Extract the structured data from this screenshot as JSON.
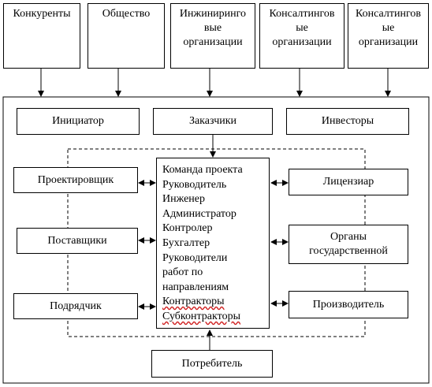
{
  "top_entities": [
    {
      "id": "competitors",
      "lines": [
        "Конкуренты"
      ]
    },
    {
      "id": "society",
      "lines": [
        "Общество"
      ]
    },
    {
      "id": "engineering",
      "lines": [
        "Инжиниринго",
        "вые",
        "организации"
      ]
    },
    {
      "id": "consulting-1",
      "lines": [
        "Консалтингов",
        "ые",
        "организации"
      ]
    },
    {
      "id": "consulting-2",
      "lines": [
        "Консалтингов",
        "ые",
        "организации"
      ]
    }
  ],
  "row_top": {
    "initiator": "Инициатор",
    "customers": "Заказчики",
    "investors": "Инвесторы"
  },
  "left_column": {
    "designer": "Проектировщик",
    "suppliers": "Поставщики",
    "contractor": "Подрядчик"
  },
  "right_column": {
    "licensor": "Лицензиар",
    "state_bodies": [
      "Органы",
      "государственной"
    ],
    "manufacturer": "Производитель"
  },
  "project_team": {
    "title": "Команда проекта",
    "members": [
      "Руководитель",
      "Инженер",
      "Администратор",
      "Контролер",
      "Бухгалтер",
      "Руководители",
      "работ по",
      "направлениям",
      "Контракторы",
      "Субконтракторы"
    ]
  },
  "consumer": "Потребитель"
}
